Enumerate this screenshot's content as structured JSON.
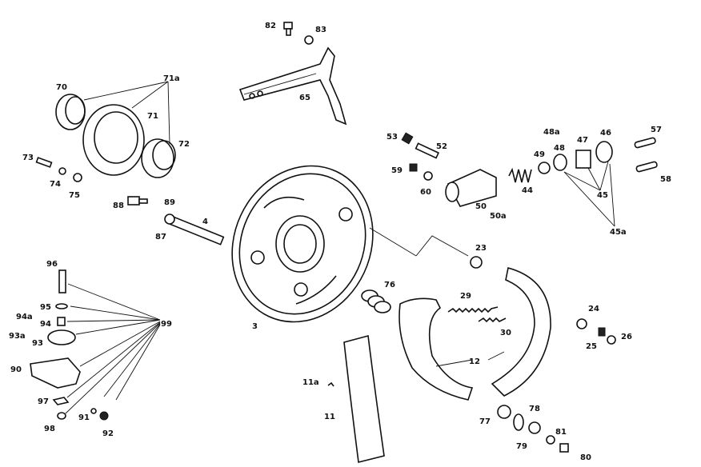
{
  "diagram": {
    "type": "exploded parts diagram",
    "colors": {
      "ink": "#111111",
      "background": "#ffffff"
    },
    "callouts": {
      "c82": "82",
      "c83": "83",
      "c65": "65",
      "c71a": "71a",
      "c70": "70",
      "c71": "71",
      "c72": "72",
      "c73": "73",
      "c74": "74",
      "c75": "75",
      "c53": "53",
      "c52": "52",
      "c59": "59",
      "c60": "60",
      "c50": "50",
      "c50a": "50a",
      "c44": "44",
      "c49": "49",
      "c48a": "48a",
      "c48": "48",
      "c47": "47",
      "c46": "46",
      "c57": "57",
      "c58": "58",
      "c45": "45",
      "c45a": "45a",
      "c88": "88",
      "c89": "89",
      "c87": "87",
      "c4": "4",
      "c23": "23",
      "c96": "96",
      "c95": "95",
      "c94a": "94a",
      "c94": "94",
      "c93a": "93a",
      "c93": "93",
      "c99": "99",
      "c90": "90",
      "c97": "97",
      "c98": "98",
      "c91": "91",
      "c92": "92",
      "c3": "3",
      "c76": "76",
      "c29": "29",
      "c30": "30",
      "c24": "24",
      "c25": "25",
      "c26": "26",
      "c12": "12",
      "c11a": "11a",
      "c11": "11",
      "c77": "77",
      "c78": "78",
      "c79": "79",
      "c81": "81",
      "c80": "80"
    }
  }
}
